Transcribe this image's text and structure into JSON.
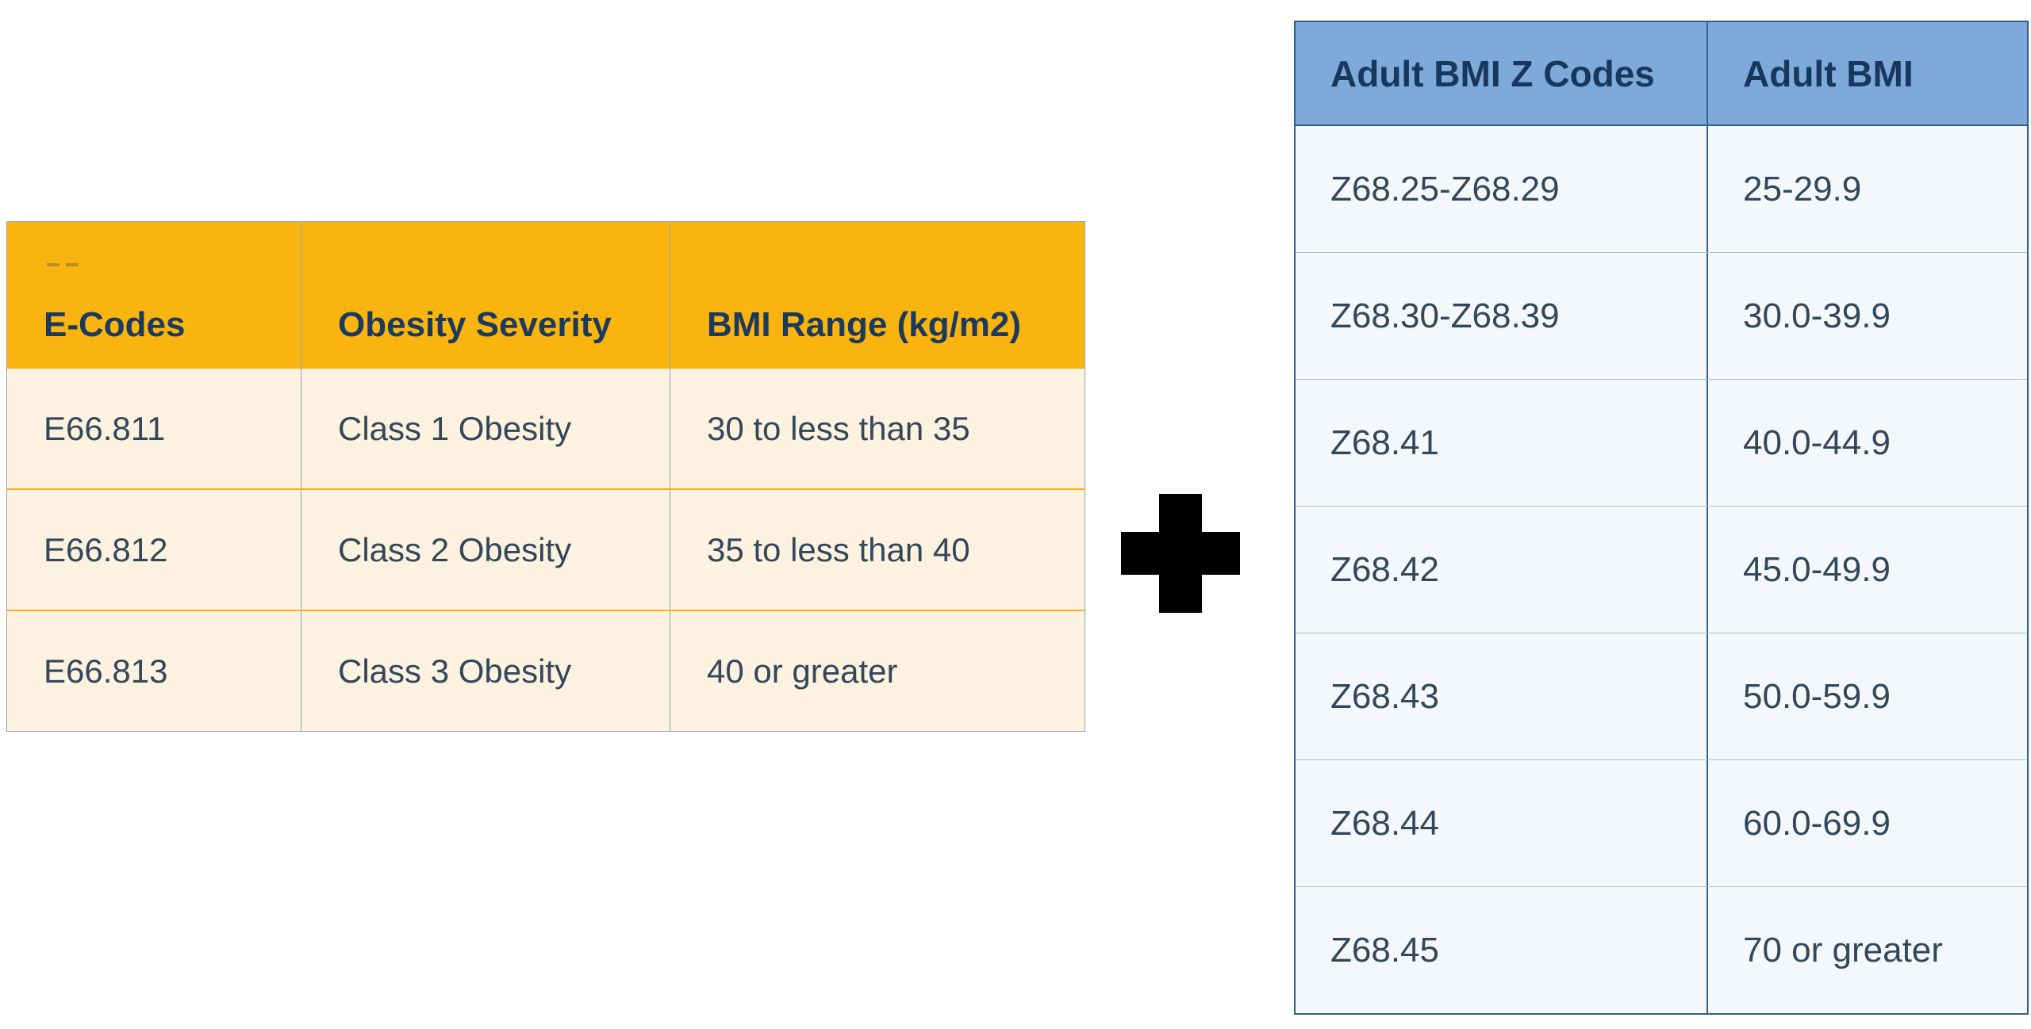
{
  "page": {
    "background": "#ffffff"
  },
  "icons": {
    "plus_icon": "+"
  },
  "left_table": {
    "headers": [
      "E-Codes",
      "Obesity Severity",
      "BMI Range (kg/m2)"
    ],
    "rows": [
      [
        "E66.811",
        "Class 1 Obesity",
        "30 to less than 35"
      ],
      [
        "E66.812",
        "Class 2 Obesity",
        "35 to less than 40"
      ],
      [
        "E66.813",
        "Class 3 Obesity",
        "40 or greater"
      ]
    ],
    "colors": {
      "header_bg": "#f9b410",
      "header_text": "#1b3a5e",
      "body_bg": "#fcf2df",
      "body_text": "#33475b",
      "row_divider": "#f4b223",
      "grid_line": "#93a2b1"
    }
  },
  "right_table": {
    "headers": [
      "Adult BMI Z Codes",
      "Adult BMI"
    ],
    "rows": [
      [
        "Z68.25-Z68.29",
        "25-29.9"
      ],
      [
        "Z68.30-Z68.39",
        "30.0-39.9"
      ],
      [
        "Z68.41",
        "40.0-44.9"
      ],
      [
        "Z68.42",
        "45.0-49.9"
      ],
      [
        "Z68.43",
        "50.0-59.9"
      ],
      [
        "Z68.44",
        "60.0-69.9"
      ],
      [
        "Z68.45",
        "70 or greater"
      ]
    ],
    "colors": {
      "header_bg": "#7fa9d9",
      "header_text": "#17375e",
      "body_bg": "#f4f8fb",
      "body_text": "#33475b",
      "border": "#2f608c",
      "row_divider": "#a6c0dc"
    }
  }
}
